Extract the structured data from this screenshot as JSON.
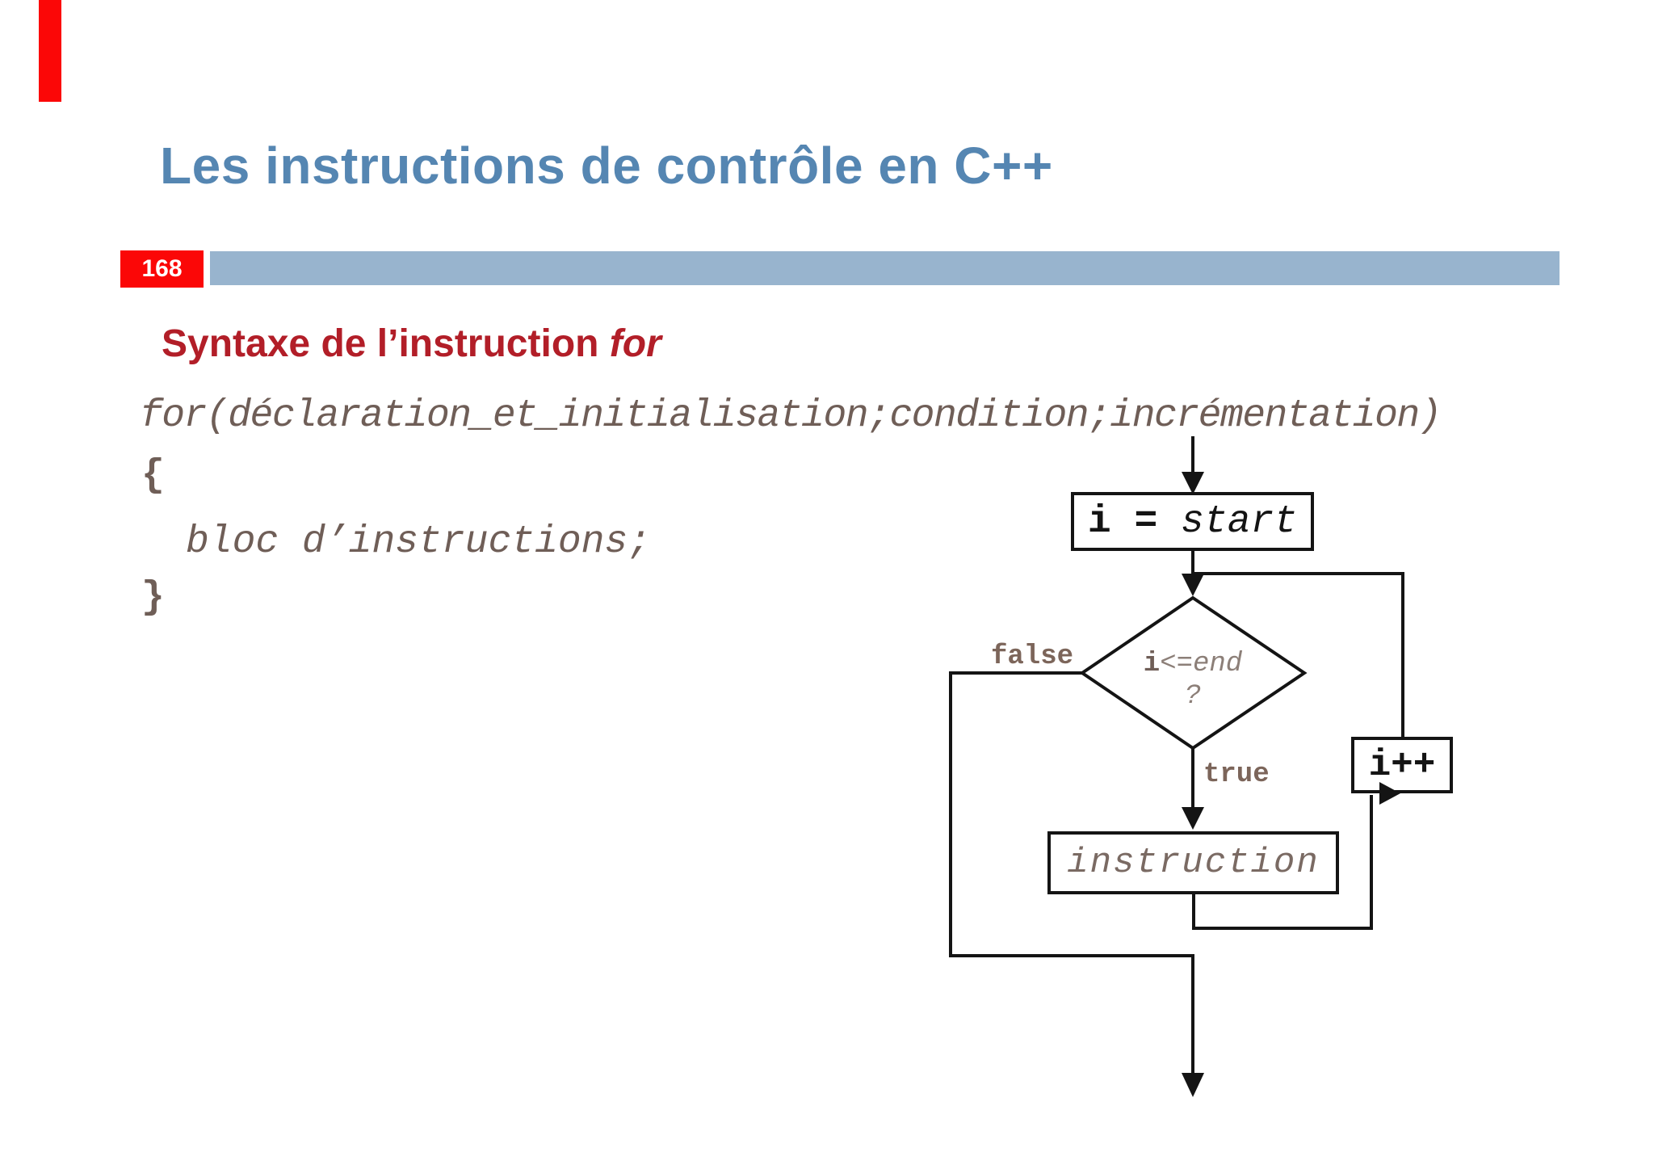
{
  "slide": {
    "title": "Les instructions de contrôle en C++",
    "page_number": "168",
    "subtitle_main": "Syntaxe de l’instruction ",
    "subtitle_keyword": "for",
    "code": {
      "line1": "for(déclaration_et_initialisation;condition;incrémentation)",
      "open_brace": "{",
      "body": "bloc d’instructions;",
      "close_brace": "}"
    },
    "flowchart": {
      "init_var": "i =",
      "init_value": "start",
      "condition_var": "i",
      "condition_rest": "<=end",
      "condition_question": "?",
      "false_label": "false",
      "true_label": "true",
      "instruction_label": "instruction",
      "increment_label": "i++"
    },
    "colors": {
      "title_blue": "#5586b2",
      "bar_blue": "#98b4ce",
      "accent_red": "#fb0707",
      "subtitle_red": "#b21e28",
      "code_brown": "#6f5e57",
      "label_brown": "#7c655a",
      "line_black": "#141414"
    }
  }
}
